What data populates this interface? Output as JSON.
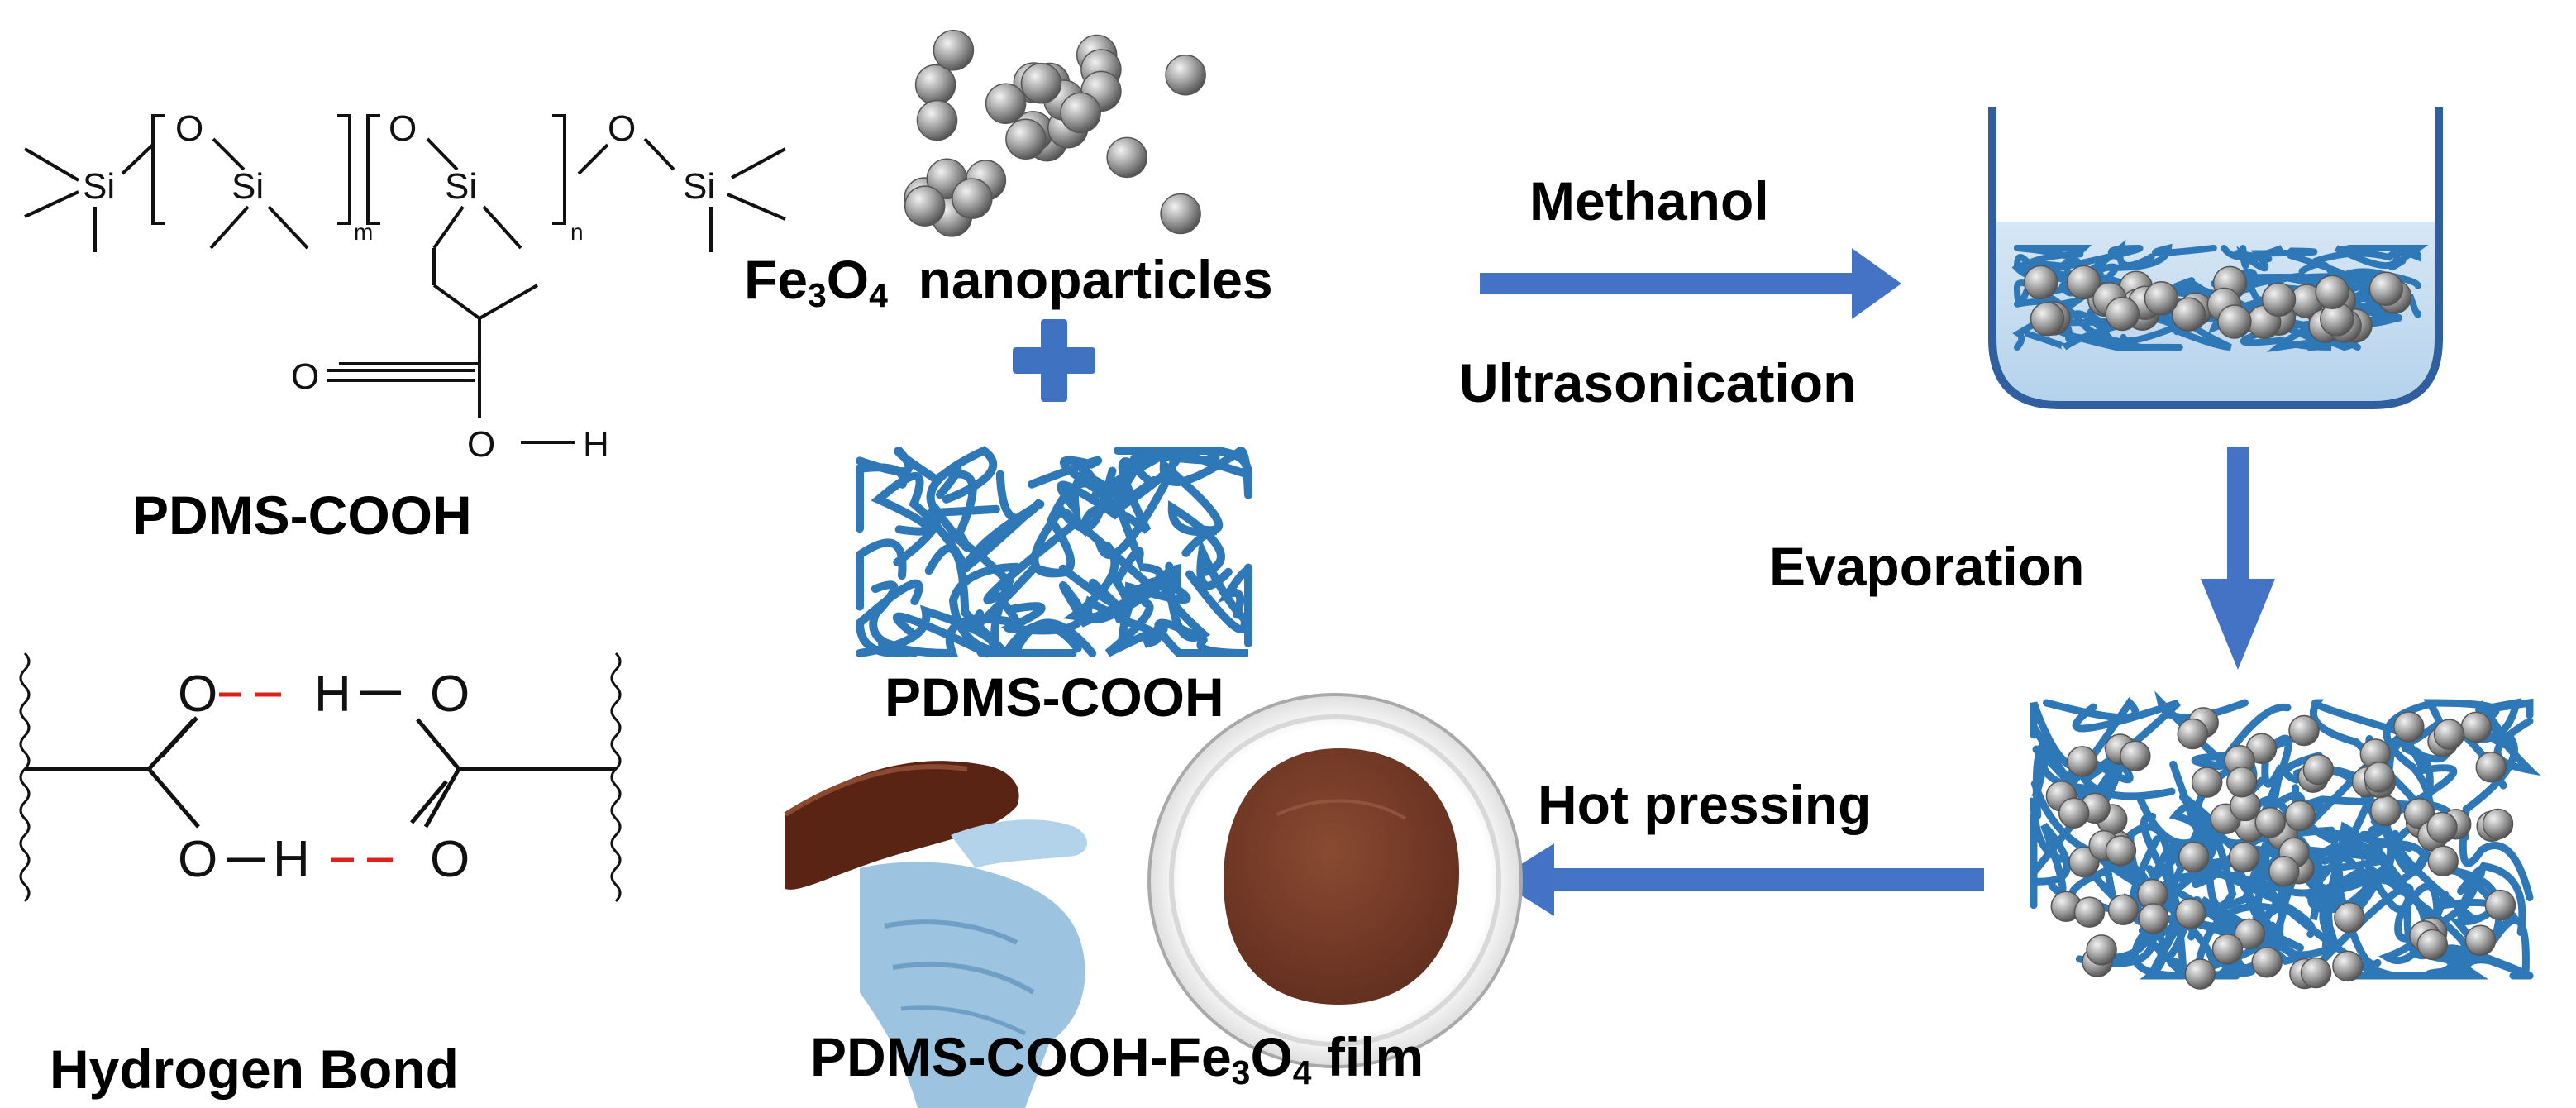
{
  "labels": {
    "pdms_cooh_structure": "PDMS-COOH",
    "hydrogen_bond": "Hydrogen Bond",
    "fe3o4_prefix": "Fe",
    "fe3o4_sub1": "3",
    "fe3o4_o": "O",
    "fe3o4_sub2": "4",
    "fe3o4_suffix": "nanoparticles",
    "pdms_cooh_network": "PDMS-COOH",
    "methanol": "Methanol",
    "ultrasonication": "Ultrasonication",
    "evaporation": "Evaporation",
    "hot_pressing": "Hot pressing",
    "film_prefix": "PDMS-COOH-Fe",
    "film_sub1": "3",
    "film_o": "O",
    "film_sub2": "4",
    "film_suffix": "film"
  },
  "structure": {
    "atom_si": "Si",
    "atom_o": "O",
    "atom_h": "H",
    "sub_m": "m",
    "sub_n": "n"
  },
  "colors": {
    "arrow_blue": "#4472c4",
    "polymer_blue": "#2f78b8",
    "particle_gray": "#9a9a9a",
    "h_bond_red": "#e0201a",
    "solution_blue": "#c5dcef",
    "film_brown": "#7a3f2a"
  }
}
